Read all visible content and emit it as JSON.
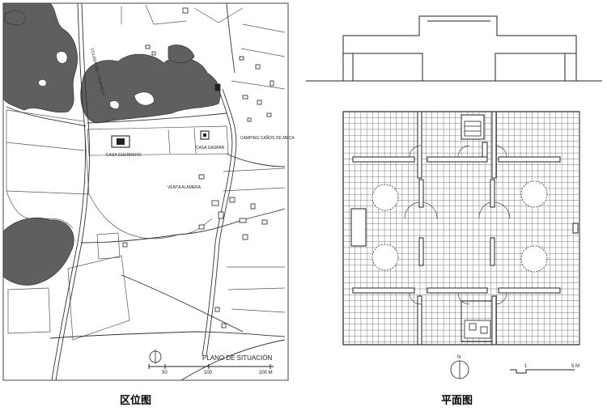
{
  "site_plan": {
    "caption": "区位图",
    "title": "PLANO DE SITUACIÓN",
    "road_label": "COLADA DEL CANAVELO",
    "labels": {
      "casa_guerrero": "CASA GUERRERO",
      "casa_gaspar": "CASA GASPAR",
      "camping": "CAMPING CAÑOS DE MECA",
      "venta": "VENTA ALAMERA"
    },
    "scale": {
      "ticks": [
        "50",
        "100",
        "200 M"
      ]
    },
    "north": "N"
  },
  "floor_plan": {
    "caption": "平面图",
    "north": "N",
    "scale": {
      "ticks": [
        "1",
        "5 M"
      ]
    }
  }
}
